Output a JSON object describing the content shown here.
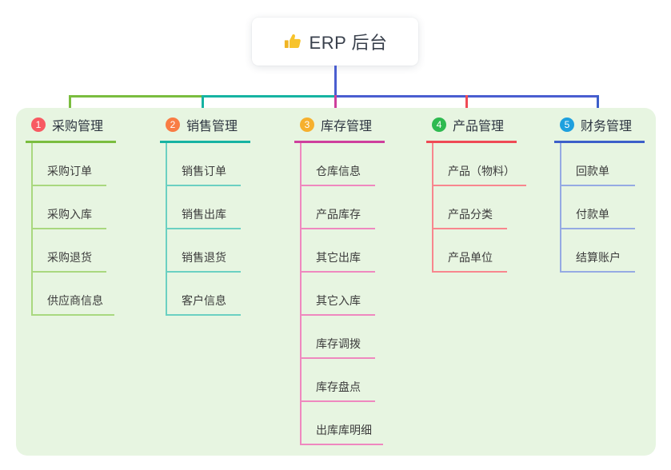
{
  "root": {
    "title": "ERP 后台",
    "icon": "thumbs-up-icon",
    "icon_color": "#f7c32c"
  },
  "connector_color": "#4a5ed0",
  "panel_bg": "#e7f5e1",
  "branches": [
    {
      "badge": "1",
      "label": "采购管理",
      "line_color": "#7abd3f",
      "light_color": "#a9d87f",
      "badge_color": "#f85a62",
      "children": [
        "采购订单",
        "采购入库",
        "采购退货",
        "供应商信息"
      ]
    },
    {
      "badge": "2",
      "label": "销售管理",
      "line_color": "#16b3a2",
      "light_color": "#6bd0c2",
      "badge_color": "#f97c44",
      "children": [
        "销售订单",
        "销售出库",
        "销售退货",
        "客户信息"
      ]
    },
    {
      "badge": "3",
      "label": "库存管理",
      "line_color": "#ce3f9d",
      "light_color": "#ef88bf",
      "badge_color": "#f6b02e",
      "children": [
        "仓库信息",
        "产品库存",
        "其它出库",
        "其它入库",
        "库存调拨",
        "库存盘点",
        "出库库明细"
      ]
    },
    {
      "badge": "4",
      "label": "产品管理",
      "line_color": "#ef4a55",
      "light_color": "#f8868e",
      "badge_color": "#2eba50",
      "children": [
        "产品（物料）",
        "产品分类",
        "产品单位"
      ]
    },
    {
      "badge": "5",
      "label": "财务管理",
      "line_color": "#3c5fc9",
      "light_color": "#95aae3",
      "badge_color": "#1ea0de",
      "children": [
        "回款单",
        "付款单",
        "结算账户"
      ]
    }
  ]
}
